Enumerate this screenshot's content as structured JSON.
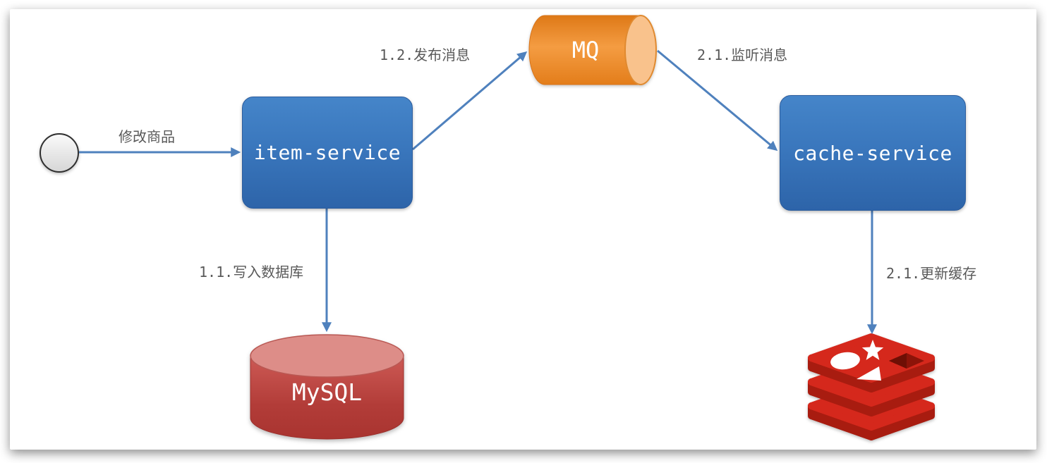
{
  "diagram": {
    "title_hint": "item-service cache sync flow",
    "nodes": {
      "start": {
        "shape": "circle"
      },
      "item_service": {
        "label": "item-service",
        "shape": "rounded-rect",
        "color": "#3a77bd"
      },
      "mq": {
        "label": "MQ",
        "shape": "horizontal-cylinder",
        "color": "#ed871f"
      },
      "cache_service": {
        "label": "cache-service",
        "shape": "rounded-rect",
        "color": "#3a77bd"
      },
      "mysql": {
        "label": "MySQL",
        "shape": "vertical-cylinder",
        "color": "#b64440"
      },
      "redis": {
        "icon": "redis-logo-icon",
        "color": "#d5281c"
      }
    },
    "edges": [
      {
        "label": "修改商品",
        "from": "start",
        "to": "item_service"
      },
      {
        "label": "1.1.写入数据库",
        "from": "item_service",
        "to": "mysql"
      },
      {
        "label": "1.2.发布消息",
        "from": "item_service",
        "to": "mq"
      },
      {
        "label": "2.1.监听消息",
        "from": "mq",
        "to": "cache_service"
      },
      {
        "label": "2.1.更新缓存",
        "from": "cache_service",
        "to": "redis"
      }
    ],
    "colors": {
      "arrow": "#4f81bd",
      "label_text": "#595959",
      "node_text": "#ffffff",
      "blue_node_top": "#4585c9",
      "blue_node_bottom": "#2d64a9",
      "mq_orange": "#ed871f",
      "mq_cap": "#f9c28c",
      "mysql_red": "#b64440",
      "mysql_top": "#dd8d88",
      "redis_bright": "#d5281c",
      "redis_dark": "#a81c10",
      "canvas": "#ffffff"
    }
  }
}
